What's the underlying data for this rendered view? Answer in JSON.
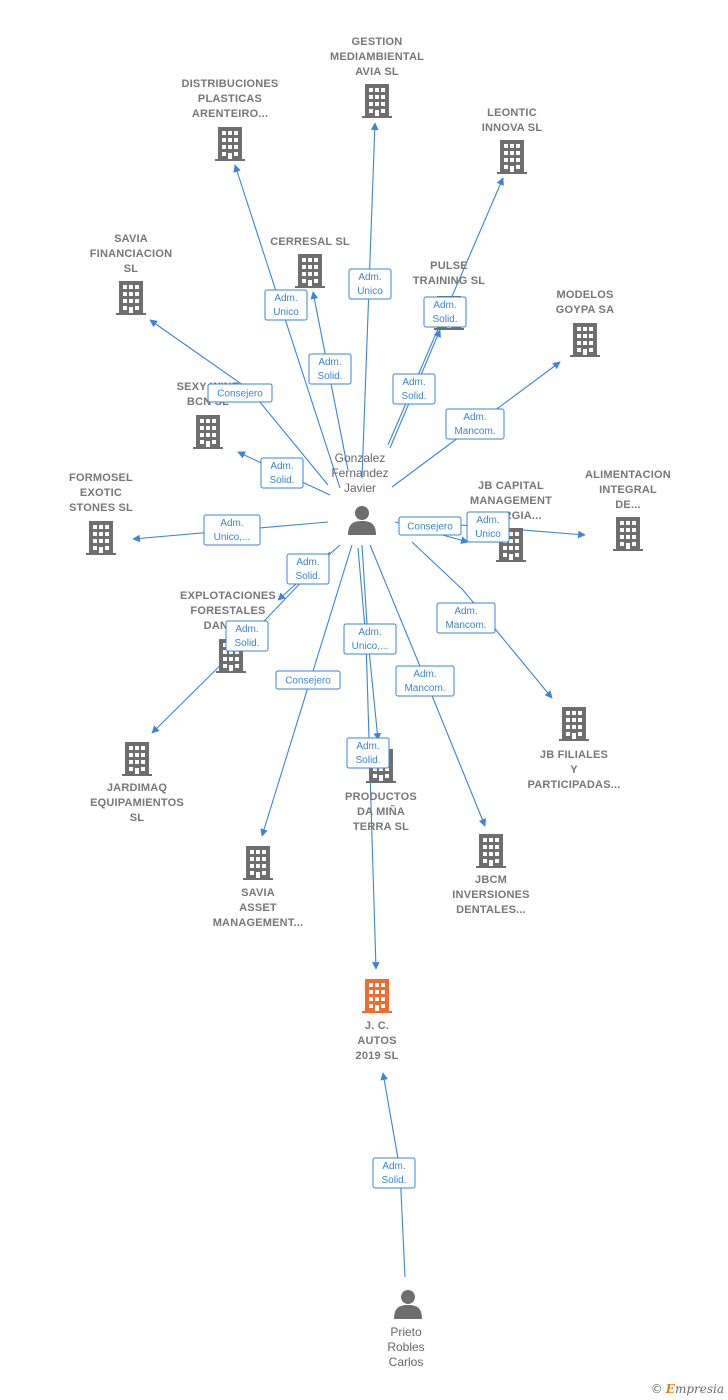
{
  "colors": {
    "edge": "#3a85d5",
    "building": "#6e6e6e",
    "focus": "#f26a2e",
    "person": "#6e6e6e"
  },
  "people": [
    {
      "id": "gonzalez",
      "lines": [
        "Gonzalez",
        "Fernandez",
        "Javier"
      ],
      "icon": "person-icon"
    },
    {
      "id": "prieto",
      "lines": [
        "Prieto",
        "Robles",
        "Carlos"
      ],
      "icon": "person-icon"
    }
  ],
  "companies": [
    {
      "id": "gestion",
      "lines": [
        "GESTION",
        "MEDIAMBIENTAL",
        "AVIA SL"
      ],
      "icon": "building-icon"
    },
    {
      "id": "distribuciones",
      "lines": [
        "DISTRIBUCIONES",
        "PLASTICAS",
        "ARENTEIRO..."
      ],
      "icon": "building-icon"
    },
    {
      "id": "leontic",
      "lines": [
        "LEONTIC",
        "INNOVA  SL"
      ],
      "icon": "building-icon"
    },
    {
      "id": "savia_fin",
      "lines": [
        "SAVIA",
        "FINANCIACION",
        "SL"
      ],
      "icon": "building-icon"
    },
    {
      "id": "cerresal",
      "lines": [
        "CERRESAL  SL"
      ],
      "icon": "building-icon"
    },
    {
      "id": "pulse",
      "lines": [
        "PULSE",
        "TRAINING  SL"
      ],
      "icon": "building-icon"
    },
    {
      "id": "modelos",
      "lines": [
        "MODELOS",
        "GOYPA SA"
      ],
      "icon": "building-icon"
    },
    {
      "id": "sexy",
      "lines": [
        "SEXY WINE",
        "BCN SL"
      ],
      "icon": "building-icon"
    },
    {
      "id": "formosel",
      "lines": [
        "FORMOSEL",
        "EXOTIC",
        "STONES  SL"
      ],
      "icon": "building-icon"
    },
    {
      "id": "jbcapital",
      "lines": [
        "JB CAPITAL",
        "MANAGEMENT",
        "ENERGIA..."
      ],
      "icon": "building-icon"
    },
    {
      "id": "alimentacion",
      "lines": [
        "ALIMENTACION",
        "INTEGRAL",
        "DE..."
      ],
      "icon": "building-icon"
    },
    {
      "id": "explotaciones",
      "lines": [
        "EXPLOTACIONES",
        "FORESTALES",
        "DANFE..."
      ],
      "icon": "building-icon"
    },
    {
      "id": "jbfiliales",
      "lines": [
        "JB FILIALES",
        "Y",
        "PARTICIPADAS..."
      ],
      "icon": "building-icon"
    },
    {
      "id": "jardimaq",
      "lines": [
        "JARDIMAQ",
        "EQUIPAMIENTOS",
        "SL"
      ],
      "icon": "building-icon"
    },
    {
      "id": "productos",
      "lines": [
        "PRODUCTOS",
        "DA MIÑA",
        "TERRA  SL"
      ],
      "icon": "building-icon"
    },
    {
      "id": "savia_asset",
      "lines": [
        "SAVIA",
        "ASSET",
        "MANAGEMENT..."
      ],
      "icon": "building-icon"
    },
    {
      "id": "jbcm",
      "lines": [
        "JBCM",
        "INVERSIONES",
        "DENTALES..."
      ],
      "icon": "building-icon"
    },
    {
      "id": "jcautos",
      "lines": [
        "J.  C.",
        "AUTOS",
        "2019  SL"
      ],
      "icon": "building-icon",
      "focus": true
    }
  ],
  "relations": [
    {
      "from": "gonzalez",
      "to": "gestion",
      "role": [
        "Adm.",
        "Unico"
      ]
    },
    {
      "from": "gonzalez",
      "to": "distribuciones",
      "role": [
        "Adm.",
        "Unico"
      ]
    },
    {
      "from": "gonzalez",
      "to": "leontic",
      "role": [
        "Adm.",
        "Solid."
      ]
    },
    {
      "from": "gonzalez",
      "to": "savia_fin",
      "role": [
        "Consejero"
      ]
    },
    {
      "from": "gonzalez",
      "to": "cerresal",
      "role": [
        "Adm.",
        "Solid."
      ]
    },
    {
      "from": "gonzalez",
      "to": "pulse",
      "role": [
        "Adm.",
        "Solid."
      ]
    },
    {
      "from": "gonzalez",
      "to": "modelos",
      "role": [
        "Adm.",
        "Mancom."
      ]
    },
    {
      "from": "gonzalez",
      "to": "sexy",
      "role": [
        "Adm.",
        "Solid."
      ]
    },
    {
      "from": "gonzalez",
      "to": "formosel",
      "role": [
        "Adm.",
        "Unico,..."
      ]
    },
    {
      "from": "gonzalez",
      "to": "jbcapital",
      "role": [
        "Consejero"
      ]
    },
    {
      "from": "gonzalez",
      "to": "alimentacion",
      "role": [
        "Adm.",
        "Unico"
      ]
    },
    {
      "from": "gonzalez",
      "to": "explotaciones",
      "role": [
        "Adm.",
        "Solid."
      ]
    },
    {
      "from": "gonzalez",
      "to": "jardimaq",
      "role": [
        "Adm.",
        "Solid."
      ]
    },
    {
      "from": "gonzalez",
      "to": "jbfiliales",
      "role": [
        "Adm.",
        "Mancom."
      ]
    },
    {
      "from": "gonzalez",
      "to": "productos",
      "role": [
        "Adm.",
        "Unico,..."
      ]
    },
    {
      "from": "gonzalez",
      "to": "savia_asset",
      "role": [
        "Consejero"
      ]
    },
    {
      "from": "gonzalez",
      "to": "jbcm",
      "role": [
        "Adm.",
        "Mancom."
      ]
    },
    {
      "from": "gonzalez",
      "to": "jcautos",
      "role": [
        "Adm.",
        "Solid."
      ]
    },
    {
      "from": "prieto",
      "to": "jcautos",
      "role": [
        "Adm.",
        "Solid."
      ]
    }
  ],
  "brand": {
    "copyright": "©",
    "first": "E",
    "rest": "mpresia"
  }
}
